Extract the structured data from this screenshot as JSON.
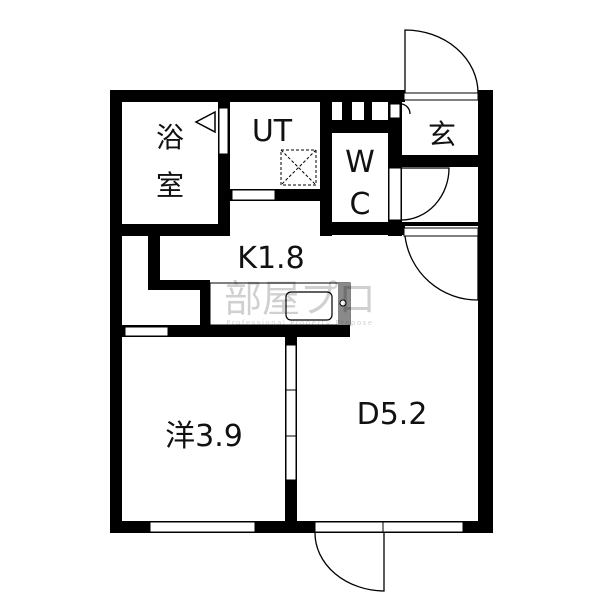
{
  "rooms": {
    "bath": "浴室",
    "bath_line1": "浴",
    "bath_line2": "室",
    "utility": "UT",
    "wc_line1": "W",
    "wc_line2": "C",
    "entrance": "玄",
    "kitchen": "K1.8",
    "western_room": "洋3.9",
    "dining": "D5.2"
  },
  "watermark": {
    "logo": "部屋プロ",
    "tagline": "Professional Property Propose"
  },
  "colors": {
    "wall": "#000000",
    "counter": "#8a8a8a",
    "background": "#ffffff"
  }
}
